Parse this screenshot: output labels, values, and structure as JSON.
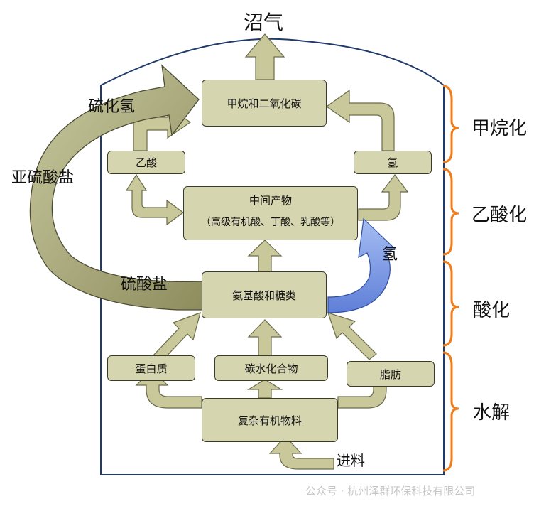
{
  "title": "沼气",
  "nodes": {
    "methane_co2": "甲烷和二氧化碳",
    "acetic_acid": "乙酸",
    "hydrogen": "氢",
    "intermediate_line1": "中间产物",
    "intermediate_line2": "（高级有机酸、丁酸、乳酸等）",
    "amino_sugars": "氨基酸和糖类",
    "protein": "蛋白质",
    "carbohydrate": "碳水化合物",
    "fat": "脂肪",
    "complex_organic": "复杂有机物料",
    "feed": "进料"
  },
  "side_labels": {
    "h2s": "硫化氢",
    "sulfite": "亚硫酸盐",
    "sulfate": "硫酸盐",
    "hydrogen_arrow": "氢"
  },
  "stages": [
    "甲烷化",
    "乙酸化",
    "酸化",
    "水解"
  ],
  "watermark": "公众号 · 杭州泽群环保科技有限公司",
  "colors": {
    "box_fill": "#d5d5b0",
    "arrow_fill": "#c8c89a",
    "arrow_stroke": "#6b6b4a",
    "hydrogen_arrow": "#7f9ee8",
    "bracket": "#f07c1a",
    "vessel_outline": "#1f3a6b"
  }
}
